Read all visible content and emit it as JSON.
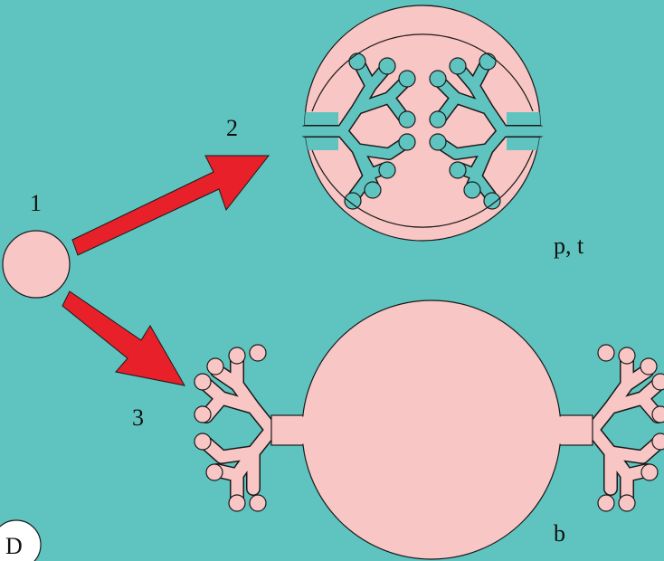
{
  "labels": {
    "cell_initial": "1",
    "arrow_upper": "2",
    "arrow_lower": "3",
    "upper_cell_tag": "p, t",
    "lower_cell_tag": "b",
    "panel_letter": "D"
  },
  "colors": {
    "background": "#5fc3bf",
    "cell": "#f8c6c4",
    "arrow": "#e8202a",
    "outline": "#1a1a1a"
  }
}
